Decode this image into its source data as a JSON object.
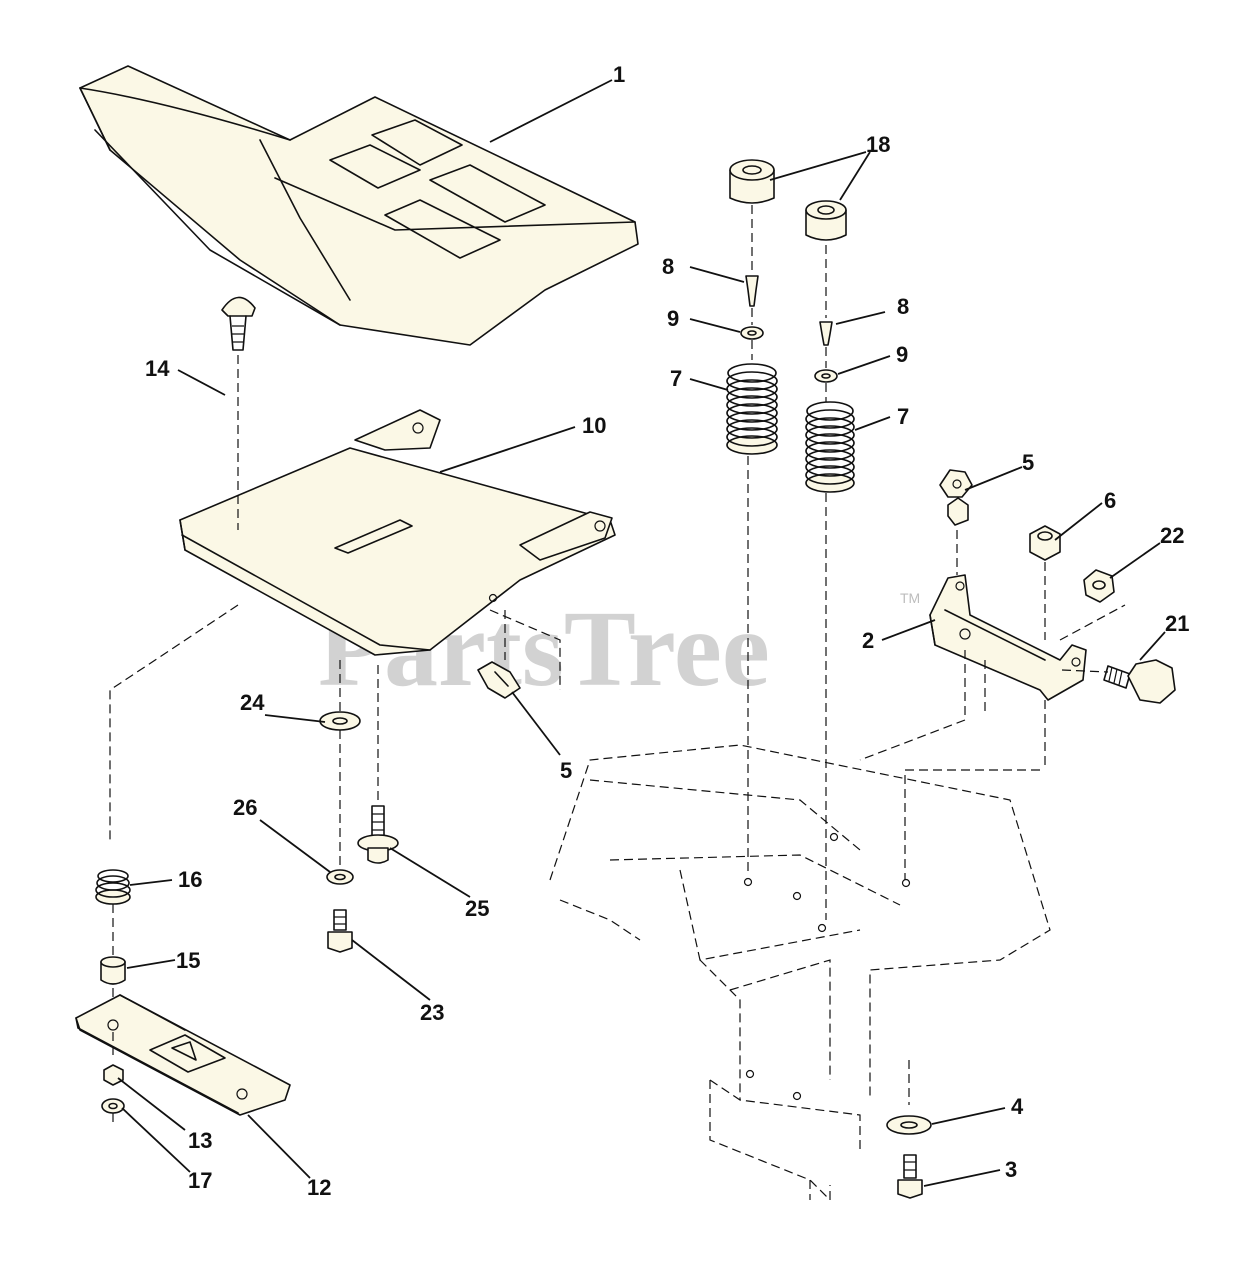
{
  "watermark": {
    "brand": "PartsTree",
    "trademark": "TM"
  },
  "callouts": {
    "seat": "1",
    "mounting_bracket": "2",
    "screw_bottom": "3",
    "washer_bottom": "4",
    "clip_right": "5",
    "clip_left": "5",
    "nut_bracket": "6",
    "spring_left": "7",
    "spring_right": "7",
    "pin_left": "8",
    "pin_right": "8",
    "washer_left": "9",
    "washer_right": "9",
    "seat_pan": "10",
    "slide_rail": "12",
    "nut_rail": "13",
    "carriage_bolt": "14",
    "bushing": "15",
    "spring_small": "16",
    "washer_rail": "17",
    "bumpers": "18",
    "shoulder_bolt": "21",
    "nut_small": "22",
    "hex_screw": "23",
    "flat_washer": "24",
    "flange_screw": "25",
    "lock_washer": "26"
  }
}
